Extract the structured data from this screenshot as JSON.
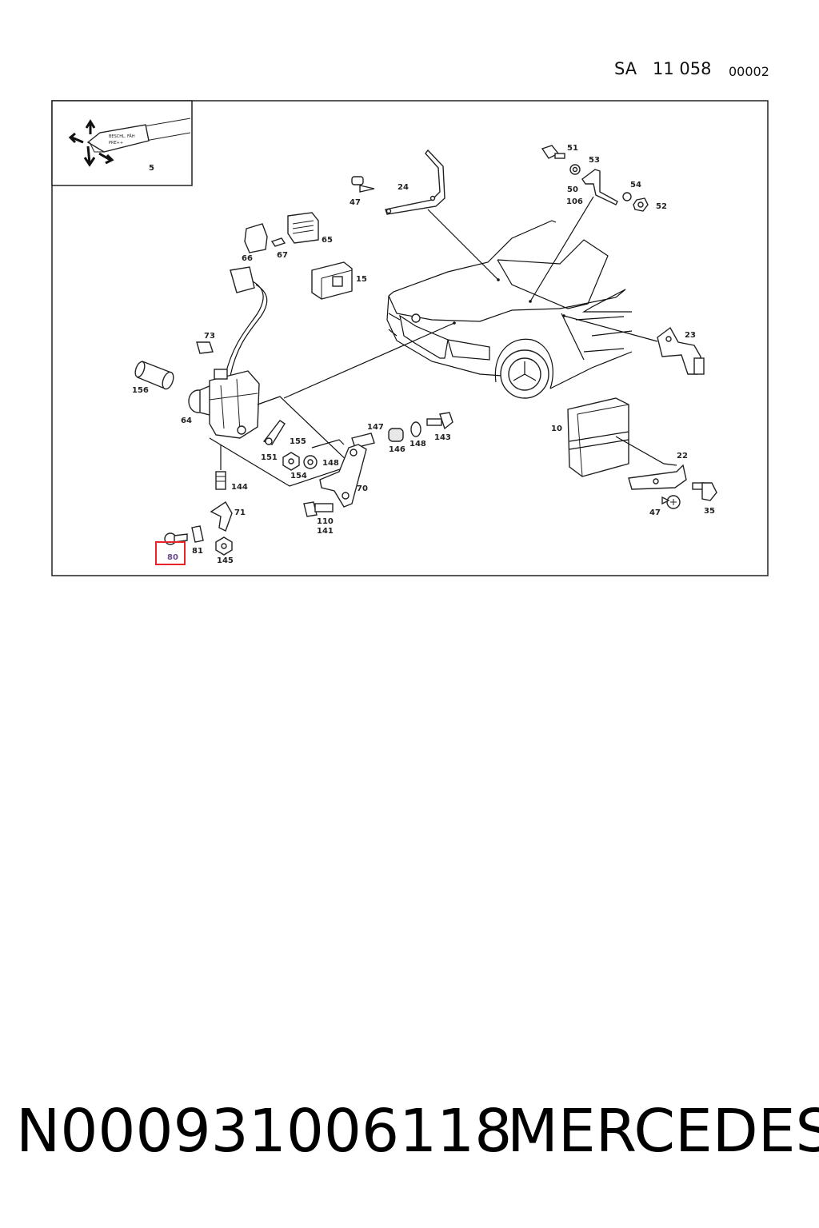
{
  "header": {
    "sa": "SA",
    "group": "11 058",
    "sheet": "00002"
  },
  "inset": {
    "label": "5",
    "text_line1": "BESCHL. FÄH",
    "text_line2": "PRE++"
  },
  "labels": {
    "l5": "5",
    "l51": "51",
    "l53": "53",
    "l24": "24",
    "l47a": "47",
    "l50": "50",
    "l106": "106",
    "l54": "54",
    "l52": "52",
    "l65": "65",
    "l67": "67",
    "l66": "66",
    "l15": "15",
    "l73": "73",
    "l23": "23",
    "l156": "156",
    "l64": "64",
    "l147": "147",
    "l155": "155",
    "l146": "146",
    "l148a": "148",
    "l143": "143",
    "l151": "151",
    "l148b": "148",
    "l154": "154",
    "l70": "70",
    "l10": "10",
    "l22": "22",
    "l144": "144",
    "l71": "71",
    "l110": "110",
    "l141": "141",
    "l47b": "47",
    "l35": "35",
    "l81": "81",
    "l80": "80",
    "l145": "145"
  },
  "highlight": {
    "part": "80",
    "color": "#e8232a"
  },
  "footer": {
    "part_number": "N000931006118",
    "brand": "MERCEDES"
  }
}
